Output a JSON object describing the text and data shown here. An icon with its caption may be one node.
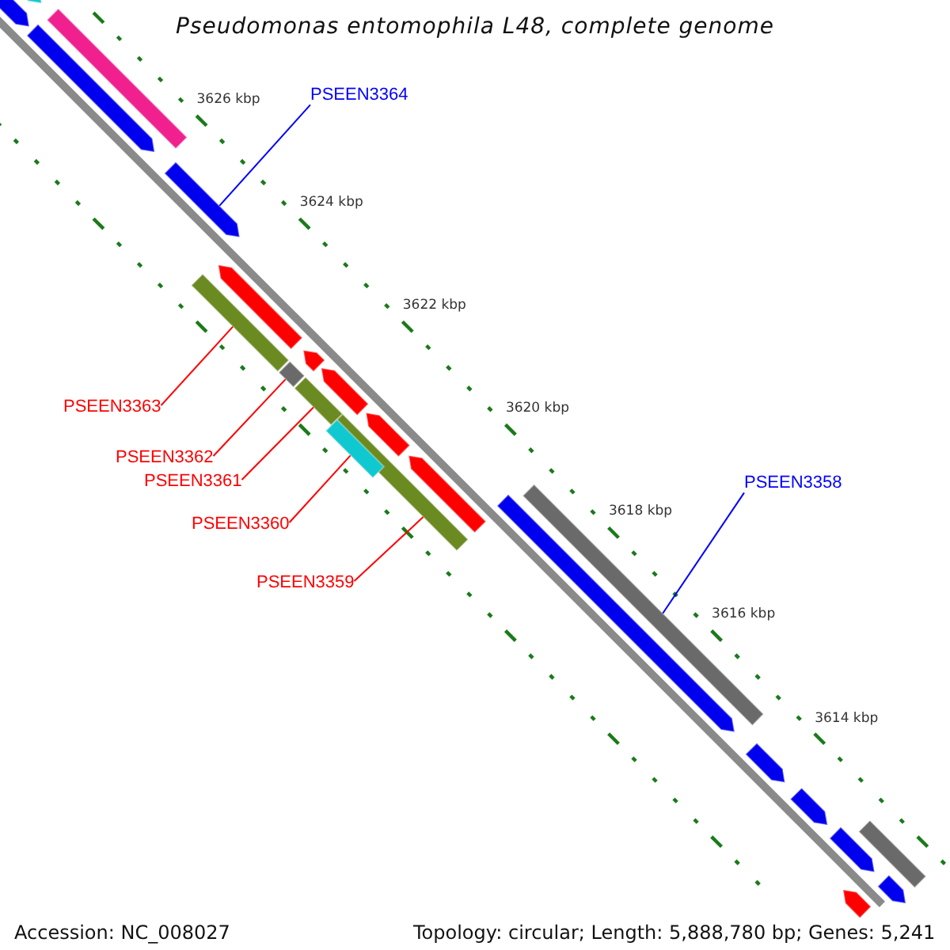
{
  "diagram": {
    "title": "Pseudomonas entomophila L48, complete genome",
    "nodes": [
      {
        "text": [
          "PSEEN3364"
        ]
      },
      {
        "text": [],
        "shape": "arrow"
      },
      {
        "text": [
          "PSEEN3363"
        ]
      },
      {
        "text": [],
        "shape": "bar"
      },
      {
        "text": [
          "PSEEN3362"
        ]
      },
      {
        "text": [],
        "shape": "bar"
      },
      {
        "text": [
          "PSEEN3361"
        ]
      },
      {
        "text": [],
        "shape": "bar"
      },
      {
        "text": [
          "PSEEN3360"
        ]
      },
      {
        "text": [],
        "shape": "bar"
      },
      {
        "text": [
          "PSEEN3359"
        ]
      },
      {
        "text": [],
        "shape": "bar"
      },
      {
        "text": [
          "PSEEN3358"
        ]
      },
      {
        "text": [],
        "shape": "bar"
      },
      {
        "text": [],
        "shape": "arrow"
      },
      {
        "text": [],
        "shape": "arrow"
      },
      {
        "text": [],
        "shape": "arrow"
      },
      {
        "text": [],
        "shape": "bar"
      },
      {
        "text": [],
        "shape": "arrow"
      },
      {
        "text": [],
        "shape": "arrow"
      },
      {
        "text": [],
        "shape": "arrow"
      },
      {
        "text": [],
        "shape": "arrow"
      },
      {
        "text": [],
        "shape": "arrow"
      },
      {
        "text": [],
        "shape": "arrow"
      },
      {
        "text": [],
        "shape": "arrow"
      },
      {
        "text": [],
        "shape": "arrow"
      },
      {
        "text": [],
        "shape": "arrow"
      },
      {
        "text": [],
        "shape": "arrow"
      },
      {
        "text": [],
        "shape": "bar"
      },
      {
        "text": [],
        "shape": "arrow"
      }
    ],
    "edges": [
      {
        "from": 0,
        "to": 1,
        "arrow": "none",
        "color": "#0000ff"
      },
      {
        "from": 2,
        "to": 3,
        "arrow": "none"
      },
      {
        "from": 4,
        "to": 5,
        "arrow": "none"
      },
      {
        "from": 6,
        "to": 7,
        "arrow": "none"
      },
      {
        "from": 8,
        "to": 9,
        "arrow": "none"
      },
      {
        "from": 10,
        "to": 11,
        "arrow": "none"
      },
      {
        "from": 12,
        "to": 13,
        "arrow": "none",
        "color": "#0000ff"
      }
    ],
    "labels": [
      "3626 kbp",
      "3624 kbp",
      "3622 kbp",
      "3620 kbp",
      "3618 kbp",
      "3616 kbp",
      "3614 kbp",
      "Accession: NC_008027",
      "Topology: circular; Length: 5,888,780 bp; Genes: 5,241"
    ]
  }
}
